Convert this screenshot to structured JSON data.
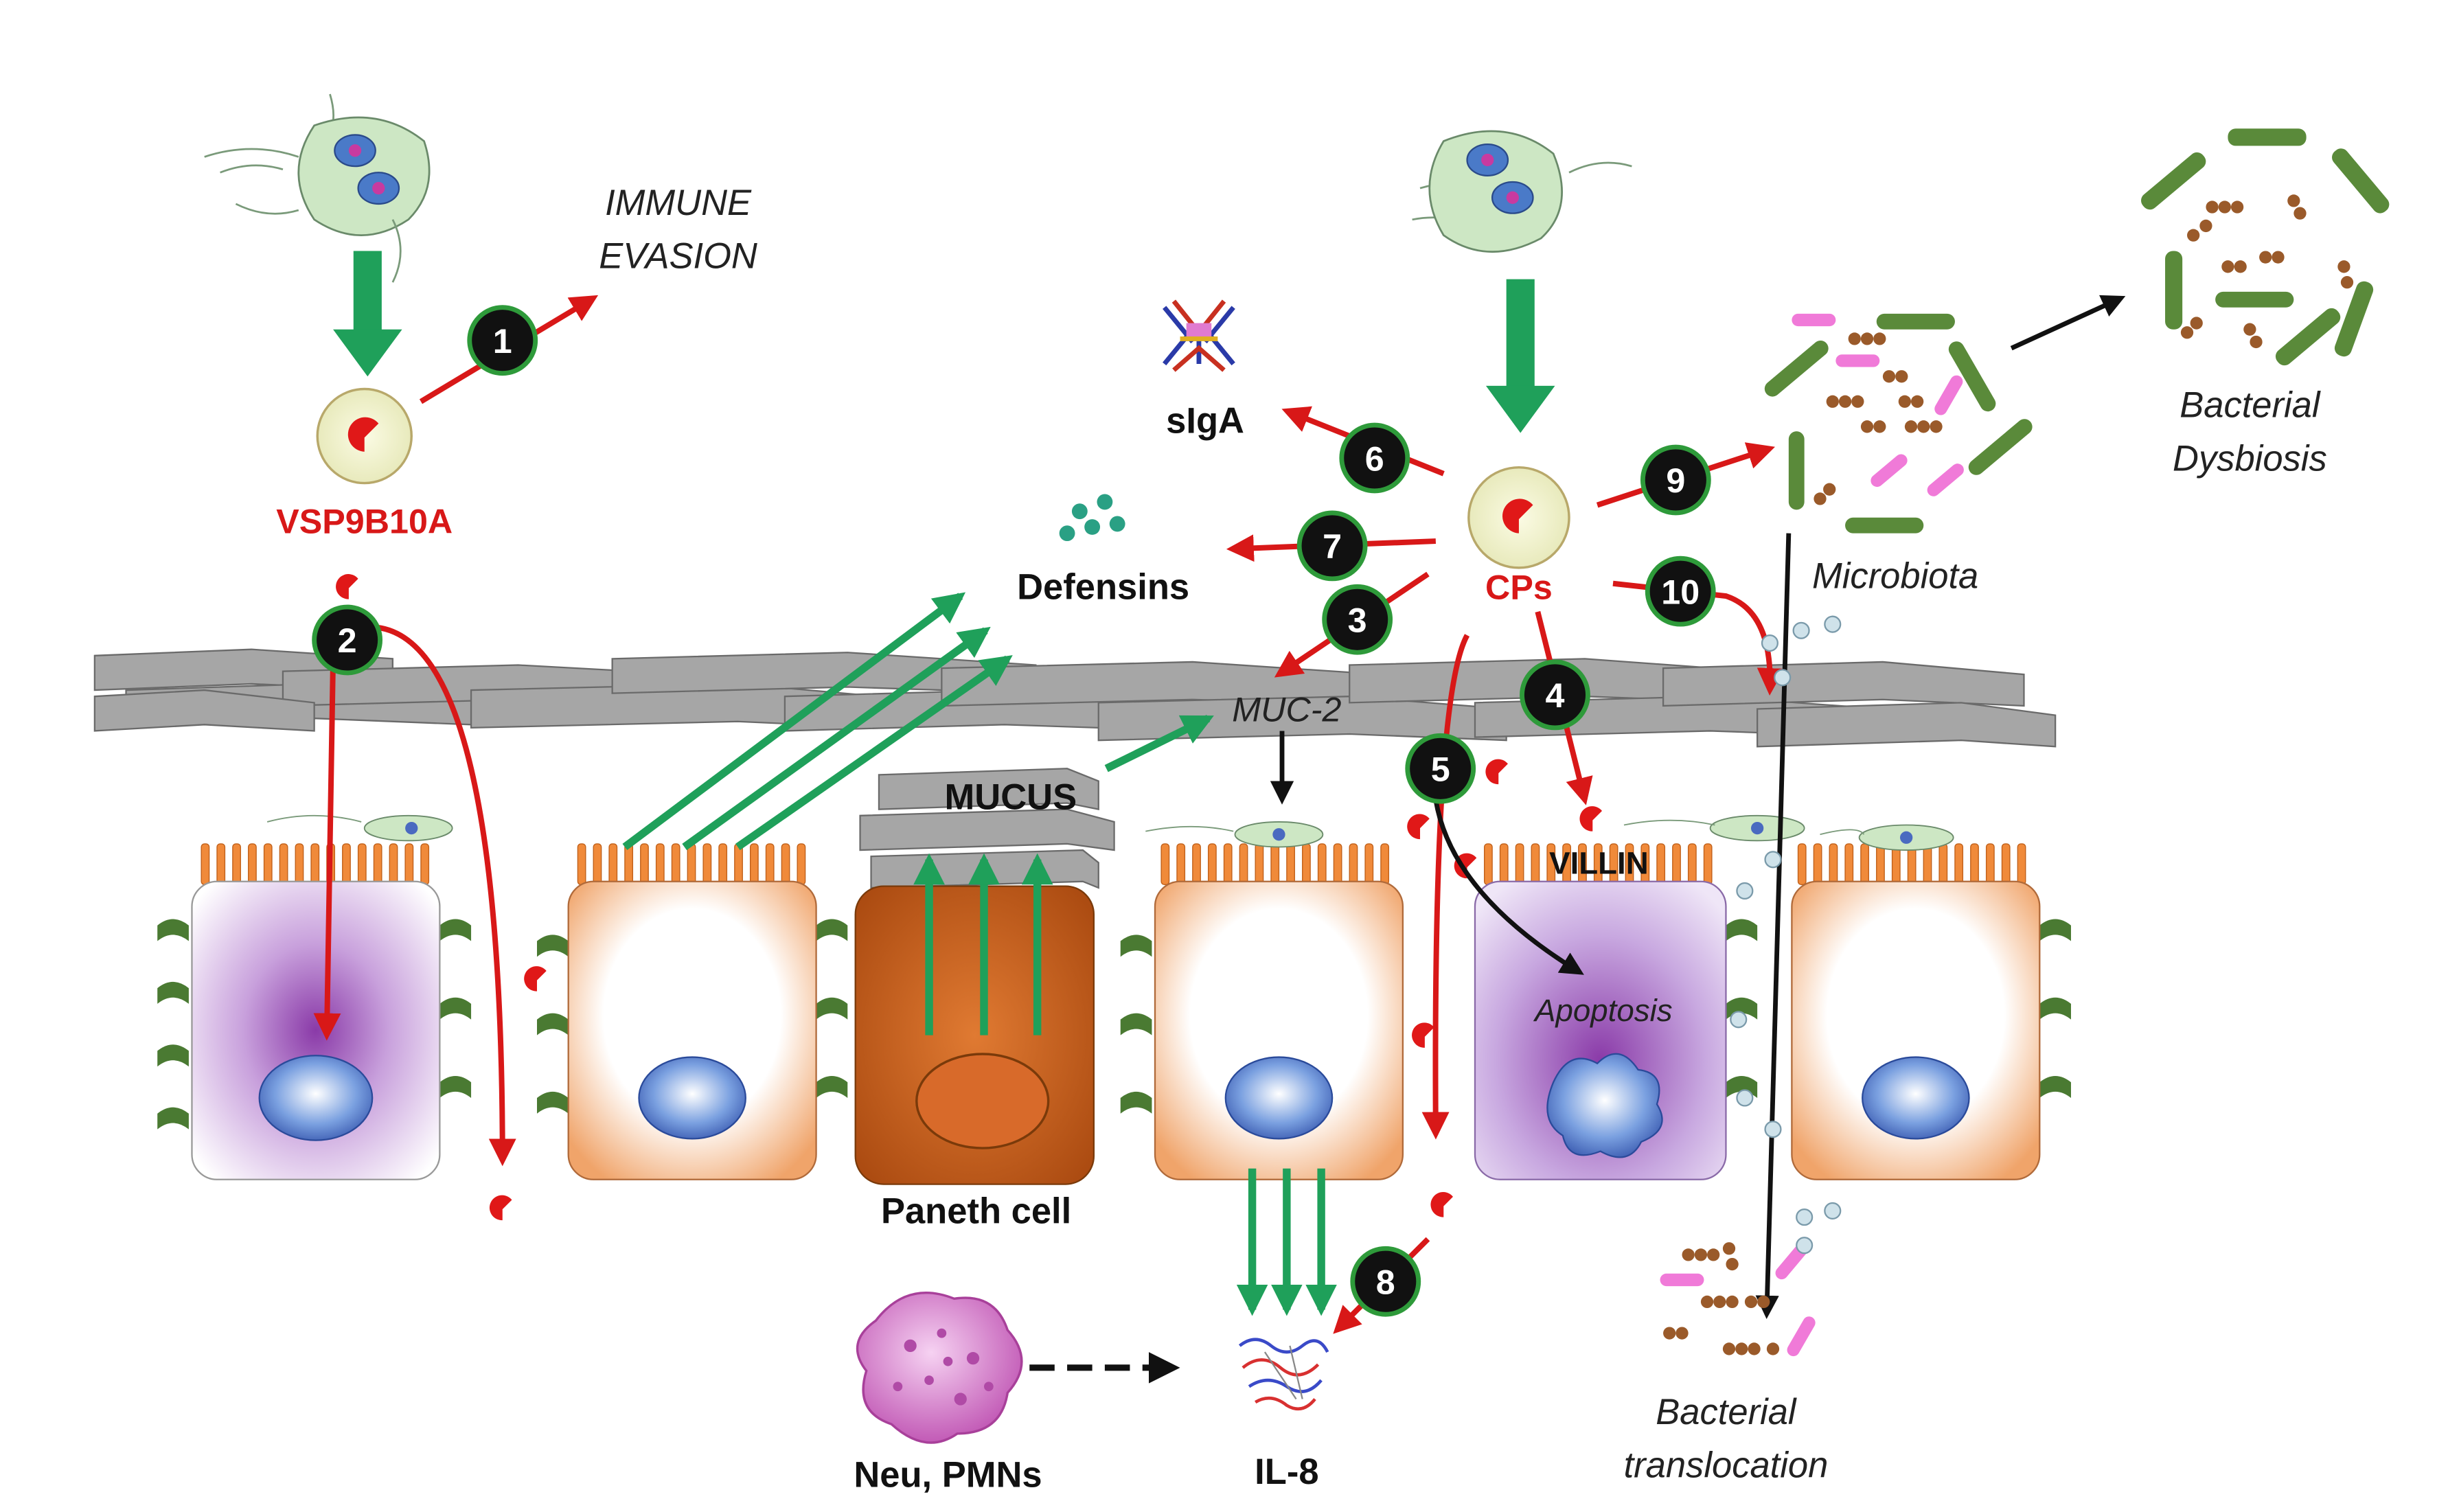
{
  "labels": {
    "immune_evasion_1": "IMMUNE",
    "immune_evasion_2": "EVASION",
    "vsp": "VSP9B10A",
    "siga": "sIgA",
    "defensins": "Defensins",
    "cps": "CPs",
    "muc2": "MUC-2",
    "mucus": "MUCUS",
    "villin": "VILLIN",
    "apoptosis": "Apoptosis",
    "paneth": "Paneth cell",
    "microbiota": "Microbiota",
    "dysbiosis_1": "Bacterial",
    "dysbiosis_2": "Dysbiosis",
    "translocation_1": "Bacterial",
    "translocation_2": "translocation",
    "neu": "Neu, PMNs",
    "il8": "IL-8"
  },
  "steps": [
    "1",
    "2",
    "3",
    "4",
    "5",
    "6",
    "7",
    "8",
    "9",
    "10"
  ],
  "colors": {
    "red_arrow": "#d81818",
    "green_arrow": "#1fa05a",
    "badge_fill": "#111111",
    "badge_ring": "#2e9a3a",
    "cell_orange": "#f0a46a",
    "paneth": "#c85a18",
    "mucus_gray": "#9a9a9a",
    "bacteria_green": "#5a8a3a",
    "bacteria_brown": "#9a5a2a",
    "bacteria_pink": "#f07ad8"
  }
}
